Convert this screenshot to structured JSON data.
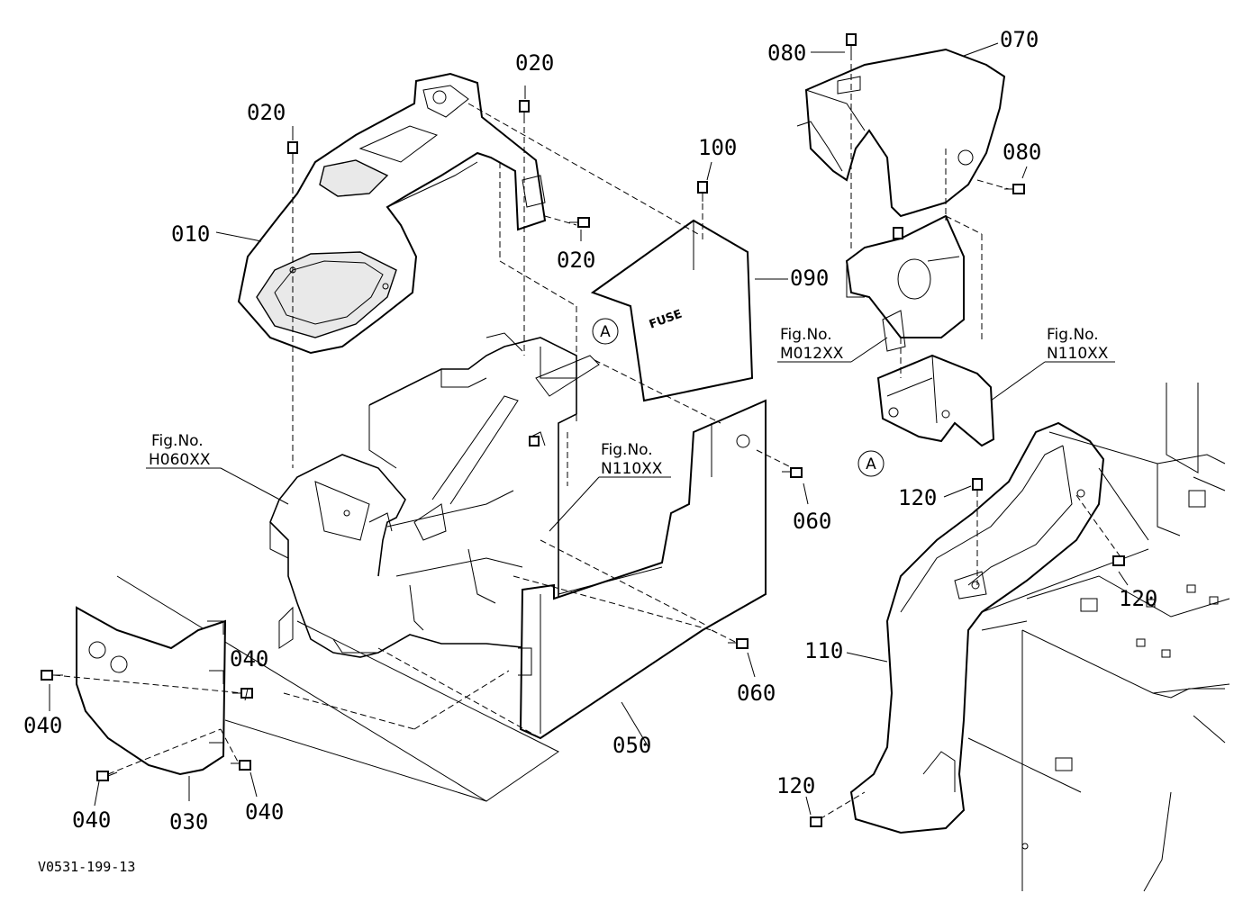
{
  "diagram": {
    "drawing_code": "V0531-199-13",
    "fuse_text": "FUSE",
    "view_marker": "A",
    "part_numbers": [
      "010",
      "020",
      "030",
      "040",
      "050",
      "060",
      "070",
      "080",
      "090",
      "100",
      "110",
      "120"
    ],
    "labels": {
      "p010": "010",
      "p020a": "020",
      "p020b": "020",
      "p020c": "020",
      "p030": "030",
      "p040a": "040",
      "p040b": "040",
      "p040c": "040",
      "p040d": "040",
      "p050": "050",
      "p060a": "060",
      "p060b": "060",
      "p070": "070",
      "p080a": "080",
      "p080b": "080",
      "p090": "090",
      "p100": "100",
      "p110": "110",
      "p120a": "120",
      "p120b": "120",
      "p120c": "120"
    },
    "figure_refs": [
      {
        "title": "Fig.No.",
        "code": "H060XX"
      },
      {
        "title": "Fig.No.",
        "code": "N110XX"
      },
      {
        "title": "Fig.No.",
        "code": "M012XX"
      },
      {
        "title": "Fig.No.",
        "code": "N110XX"
      }
    ]
  }
}
